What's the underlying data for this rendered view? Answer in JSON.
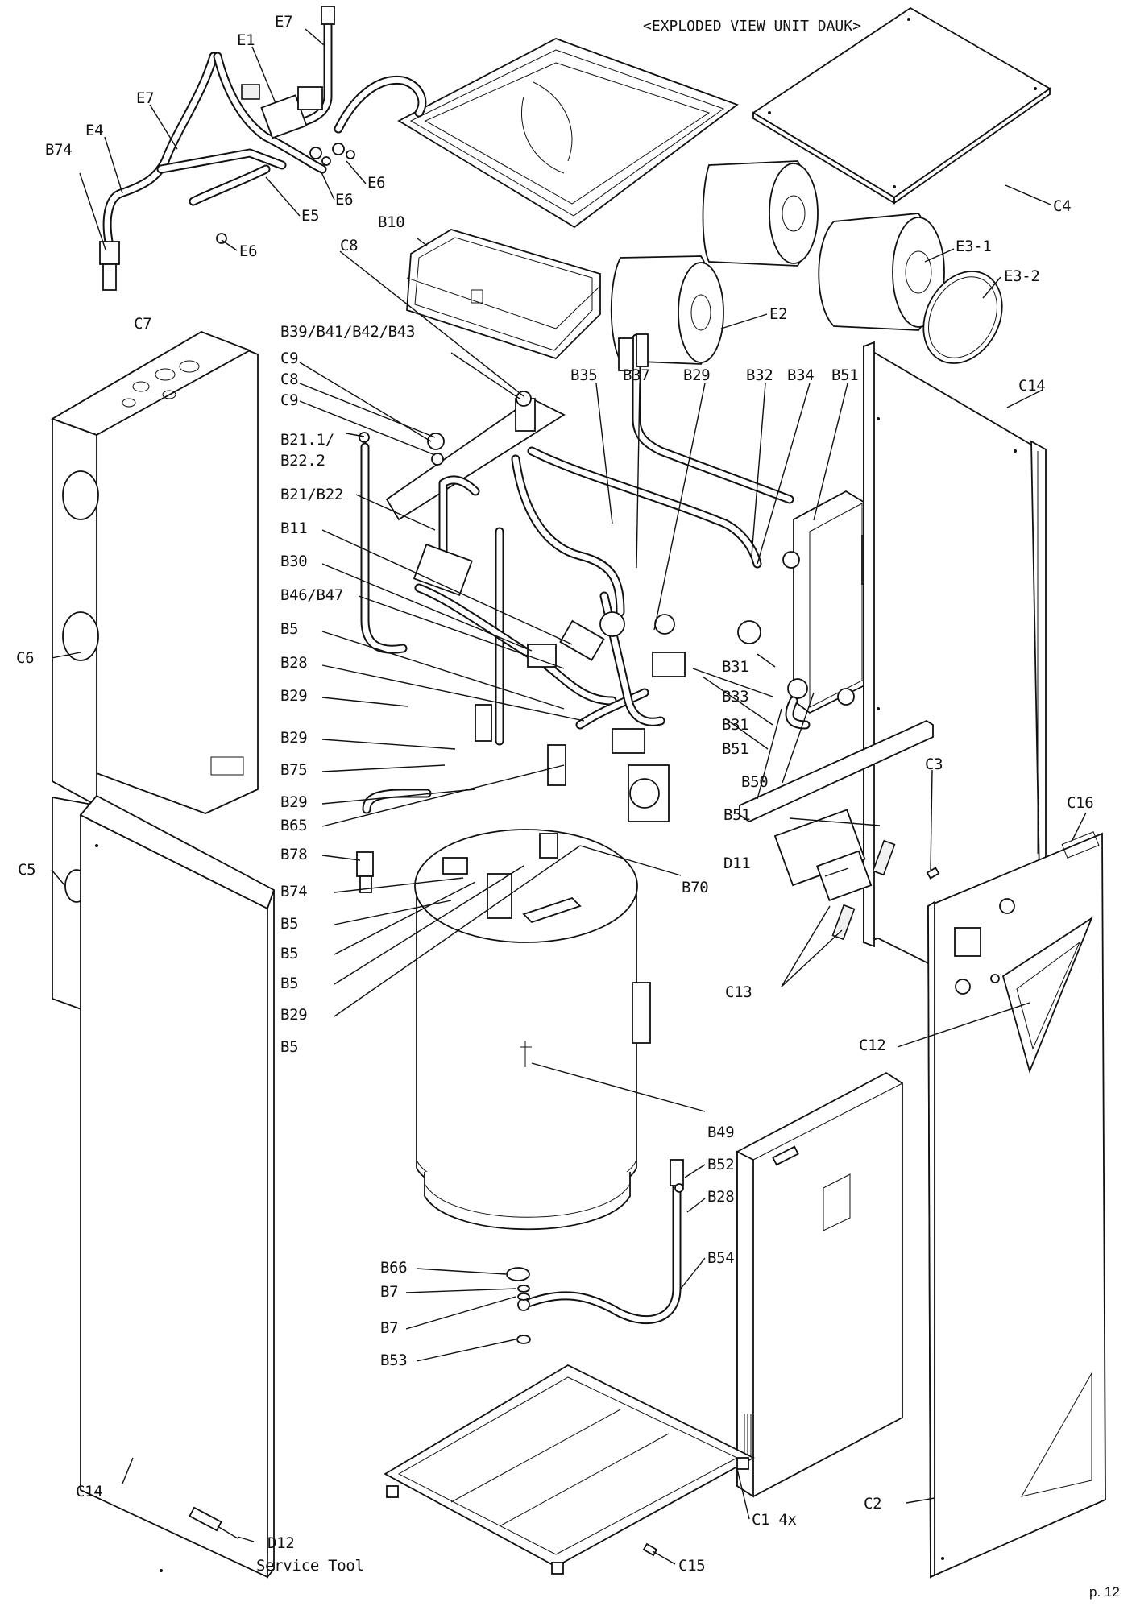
{
  "title": "<EXPLODED VIEW UNIT DAUK>",
  "page_number": "p. 12",
  "callouts": [
    {
      "id": "E7a",
      "text": "E7"
    },
    {
      "id": "E1",
      "text": "E1"
    },
    {
      "id": "E7b",
      "text": "E7"
    },
    {
      "id": "E4",
      "text": "E4"
    },
    {
      "id": "B74a",
      "text": "B74"
    },
    {
      "id": "E6a",
      "text": "E6"
    },
    {
      "id": "E6b",
      "text": "E6"
    },
    {
      "id": "E5",
      "text": "E5"
    },
    {
      "id": "E6c",
      "text": "E6"
    },
    {
      "id": "B10",
      "text": "B10"
    },
    {
      "id": "C8a",
      "text": "C8"
    },
    {
      "id": "C4",
      "text": "C4"
    },
    {
      "id": "E3-1",
      "text": "E3-1"
    },
    {
      "id": "E3-2",
      "text": "E3-2"
    },
    {
      "id": "E2",
      "text": "E2"
    },
    {
      "id": "C7",
      "text": "C7"
    },
    {
      "id": "B39",
      "text": "B39/B41/B42/B43"
    },
    {
      "id": "C9a",
      "text": "C9"
    },
    {
      "id": "C8b",
      "text": "C8"
    },
    {
      "id": "C9b",
      "text": "C9"
    },
    {
      "id": "B21_1",
      "text": "B21.1/"
    },
    {
      "id": "B22_2",
      "text": "B22.2"
    },
    {
      "id": "B35",
      "text": "B35"
    },
    {
      "id": "B37",
      "text": "B37"
    },
    {
      "id": "B29top",
      "text": "B29"
    },
    {
      "id": "B32",
      "text": "B32"
    },
    {
      "id": "B34",
      "text": "B34"
    },
    {
      "id": "B51a",
      "text": "B51"
    },
    {
      "id": "C14r",
      "text": "C14"
    },
    {
      "id": "B21_B22",
      "text": "B21/B22"
    },
    {
      "id": "B11",
      "text": "B11"
    },
    {
      "id": "B30",
      "text": "B30"
    },
    {
      "id": "B46_B47",
      "text": "B46/B47"
    },
    {
      "id": "B5a",
      "text": "B5"
    },
    {
      "id": "B28a",
      "text": "B28"
    },
    {
      "id": "B29a",
      "text": "B29"
    },
    {
      "id": "B29b",
      "text": "B29"
    },
    {
      "id": "B75",
      "text": "B75"
    },
    {
      "id": "B29c",
      "text": "B29"
    },
    {
      "id": "B65",
      "text": "B65"
    },
    {
      "id": "B78",
      "text": "B78"
    },
    {
      "id": "B74b",
      "text": "B74"
    },
    {
      "id": "B5b",
      "text": "B5"
    },
    {
      "id": "B5c",
      "text": "B5"
    },
    {
      "id": "B5d",
      "text": "B5"
    },
    {
      "id": "B29d",
      "text": "B29"
    },
    {
      "id": "B5e",
      "text": "B5"
    },
    {
      "id": "C6",
      "text": "C6"
    },
    {
      "id": "C5",
      "text": "C5"
    },
    {
      "id": "B31a",
      "text": "B31"
    },
    {
      "id": "B33",
      "text": "B33"
    },
    {
      "id": "B31b",
      "text": "B31"
    },
    {
      "id": "B51b",
      "text": "B51"
    },
    {
      "id": "B50",
      "text": "B50"
    },
    {
      "id": "B51c",
      "text": "B51"
    },
    {
      "id": "C3",
      "text": "C3"
    },
    {
      "id": "C16",
      "text": "C16"
    },
    {
      "id": "D11",
      "text": "D11"
    },
    {
      "id": "B70",
      "text": "B70"
    },
    {
      "id": "C13",
      "text": "C13"
    },
    {
      "id": "C12",
      "text": "C12"
    },
    {
      "id": "B49",
      "text": "B49"
    },
    {
      "id": "B52",
      "text": "B52"
    },
    {
      "id": "B28b",
      "text": "B28"
    },
    {
      "id": "B54",
      "text": "B54"
    },
    {
      "id": "B66",
      "text": "B66"
    },
    {
      "id": "B7a",
      "text": "B7"
    },
    {
      "id": "B7b",
      "text": "B7"
    },
    {
      "id": "B53",
      "text": "B53"
    },
    {
      "id": "C14l",
      "text": "C14"
    },
    {
      "id": "C2",
      "text": "C2"
    },
    {
      "id": "C1",
      "text": "C1 4x"
    },
    {
      "id": "D12",
      "text": "D12"
    },
    {
      "id": "D12sub",
      "text": "Service Tool"
    },
    {
      "id": "C15",
      "text": "C15"
    }
  ]
}
